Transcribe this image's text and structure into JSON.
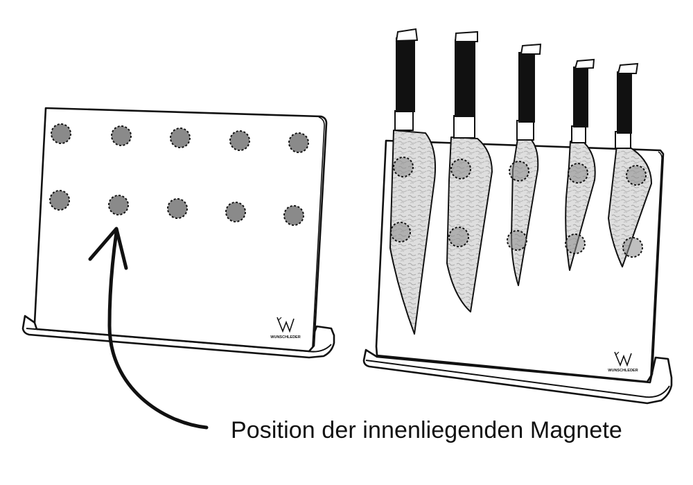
{
  "caption": "Position der innenliegenden Magnete",
  "brand": {
    "logo_text": "WUNSCHLEDER"
  },
  "colors": {
    "outline": "#111111",
    "magnet": "#8a8a8a",
    "background": "#ffffff",
    "blade": "#d6d6d6",
    "handle": "#111111"
  },
  "left_block": {
    "magnet_count": 10,
    "rows": 2,
    "columns": 5
  },
  "right_block": {
    "knife_count": 5,
    "magnet_count": 10
  }
}
